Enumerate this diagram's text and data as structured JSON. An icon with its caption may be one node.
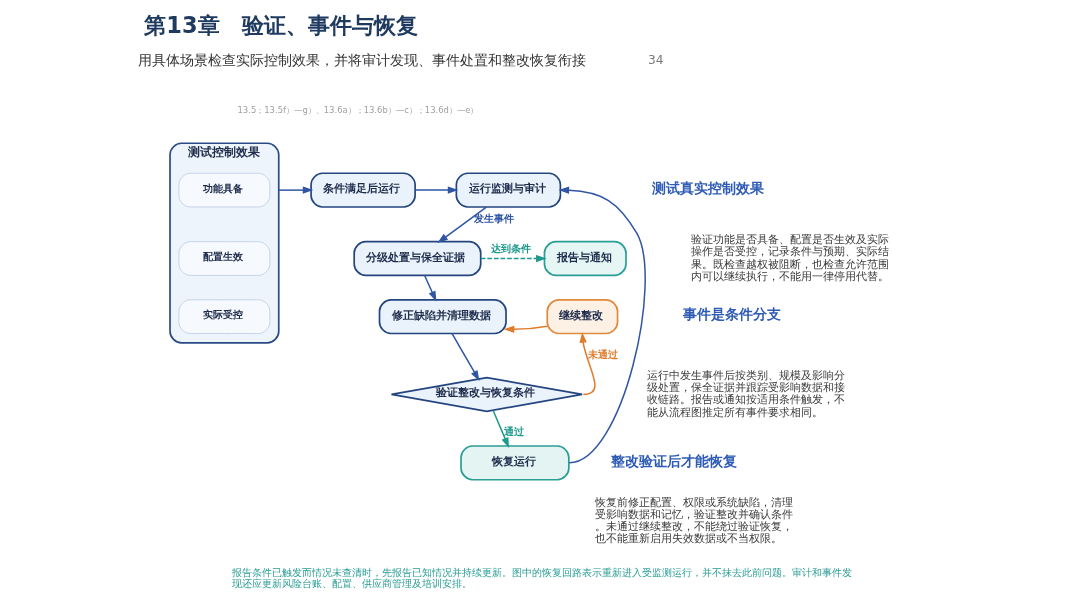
{
  "diagram": {
    "title": "第13章　验证、事件与恢复",
    "nodes": [
      {
        "text": [
          "测试控制效果"
        ]
      },
      {
        "text": [
          "功能具备"
        ],
        "in": 0
      },
      {
        "text": [
          "配置生效"
        ],
        "in": 0
      },
      {
        "text": [
          "实际受控"
        ],
        "in": 0
      },
      {
        "text": [
          "条件满足后运行"
        ]
      },
      {
        "text": [
          "运行监测与审计"
        ]
      },
      {
        "text": [
          "分级处置与保全证据"
        ]
      },
      {
        "text": [
          "报告与通知"
        ]
      },
      {
        "text": [
          "修正缺陷并清理数据"
        ]
      },
      {
        "text": [
          "继续整改"
        ]
      },
      {
        "text": [
          "验证整改与恢复条件"
        ]
      },
      {
        "text": [
          "恢复运行"
        ]
      }
    ],
    "edges": [
      {
        "from": 0,
        "to": 4,
        "arrow": "to"
      },
      {
        "from": 4,
        "to": 5,
        "arrow": "to"
      },
      {
        "from": 5,
        "to": 6,
        "arrow": "to",
        "label": "发生事件"
      },
      {
        "from": 6,
        "to": 7,
        "arrow": "to",
        "label": "达到条件",
        "style": "dashed",
        "color": "#1e9a8c"
      },
      {
        "from": 6,
        "to": 8,
        "arrow": "to"
      },
      {
        "from": 9,
        "to": 8,
        "arrow": "to",
        "color": "#e07b2a"
      },
      {
        "from": 8,
        "to": 10,
        "arrow": "to"
      },
      {
        "from": 10,
        "to": 9,
        "arrow": "to",
        "label": "未通过",
        "color": "#e07b2a"
      },
      {
        "from": 10,
        "to": 11,
        "arrow": "to",
        "label": "通过",
        "color": "#1e9a8c"
      },
      {
        "from": 11,
        "to": 5,
        "arrow": "to"
      }
    ],
    "labels": [
      "34",
      "用具体场景检查实际控制效果，并将审计发现、事件处置和整改恢复衔接",
      "13.5；13.5f）—g）、13.6a）；13.6b）—c）；13.6d）—e）",
      "测试真实控制效果",
      "验证功能是否具备、配置是否生效及实际操作是否受控，记录条件与预期、实际结果。既检查越权被阻断，也检查允许范围内可以继续执行，不能用一律停用代替。",
      "事件是条件分支",
      "运行中发生事件后按类别、规模及影响分级处置，保全证据并跟踪受影响数据和接收链路。报告或通知按适用条件触发，不能从流程图推定所有事件要求相同。",
      "整改验证后才能恢复",
      "恢复前修正配置、权限或系统缺陷，清理受影响数据和记忆，验证整改并确认条件。未通过继续整改，不能绕过验证恢复，也不能重新启用失效数据或不当权限。",
      "报告条件已触发而情况未查清时，先报告已知情况并持续更新。图中的恢复回路表示重新进入受监测运行，并不抹去此前问题。审计和事件发现还应更新风险台账、配置、供应商管理及培训安排。"
    ]
  }
}
